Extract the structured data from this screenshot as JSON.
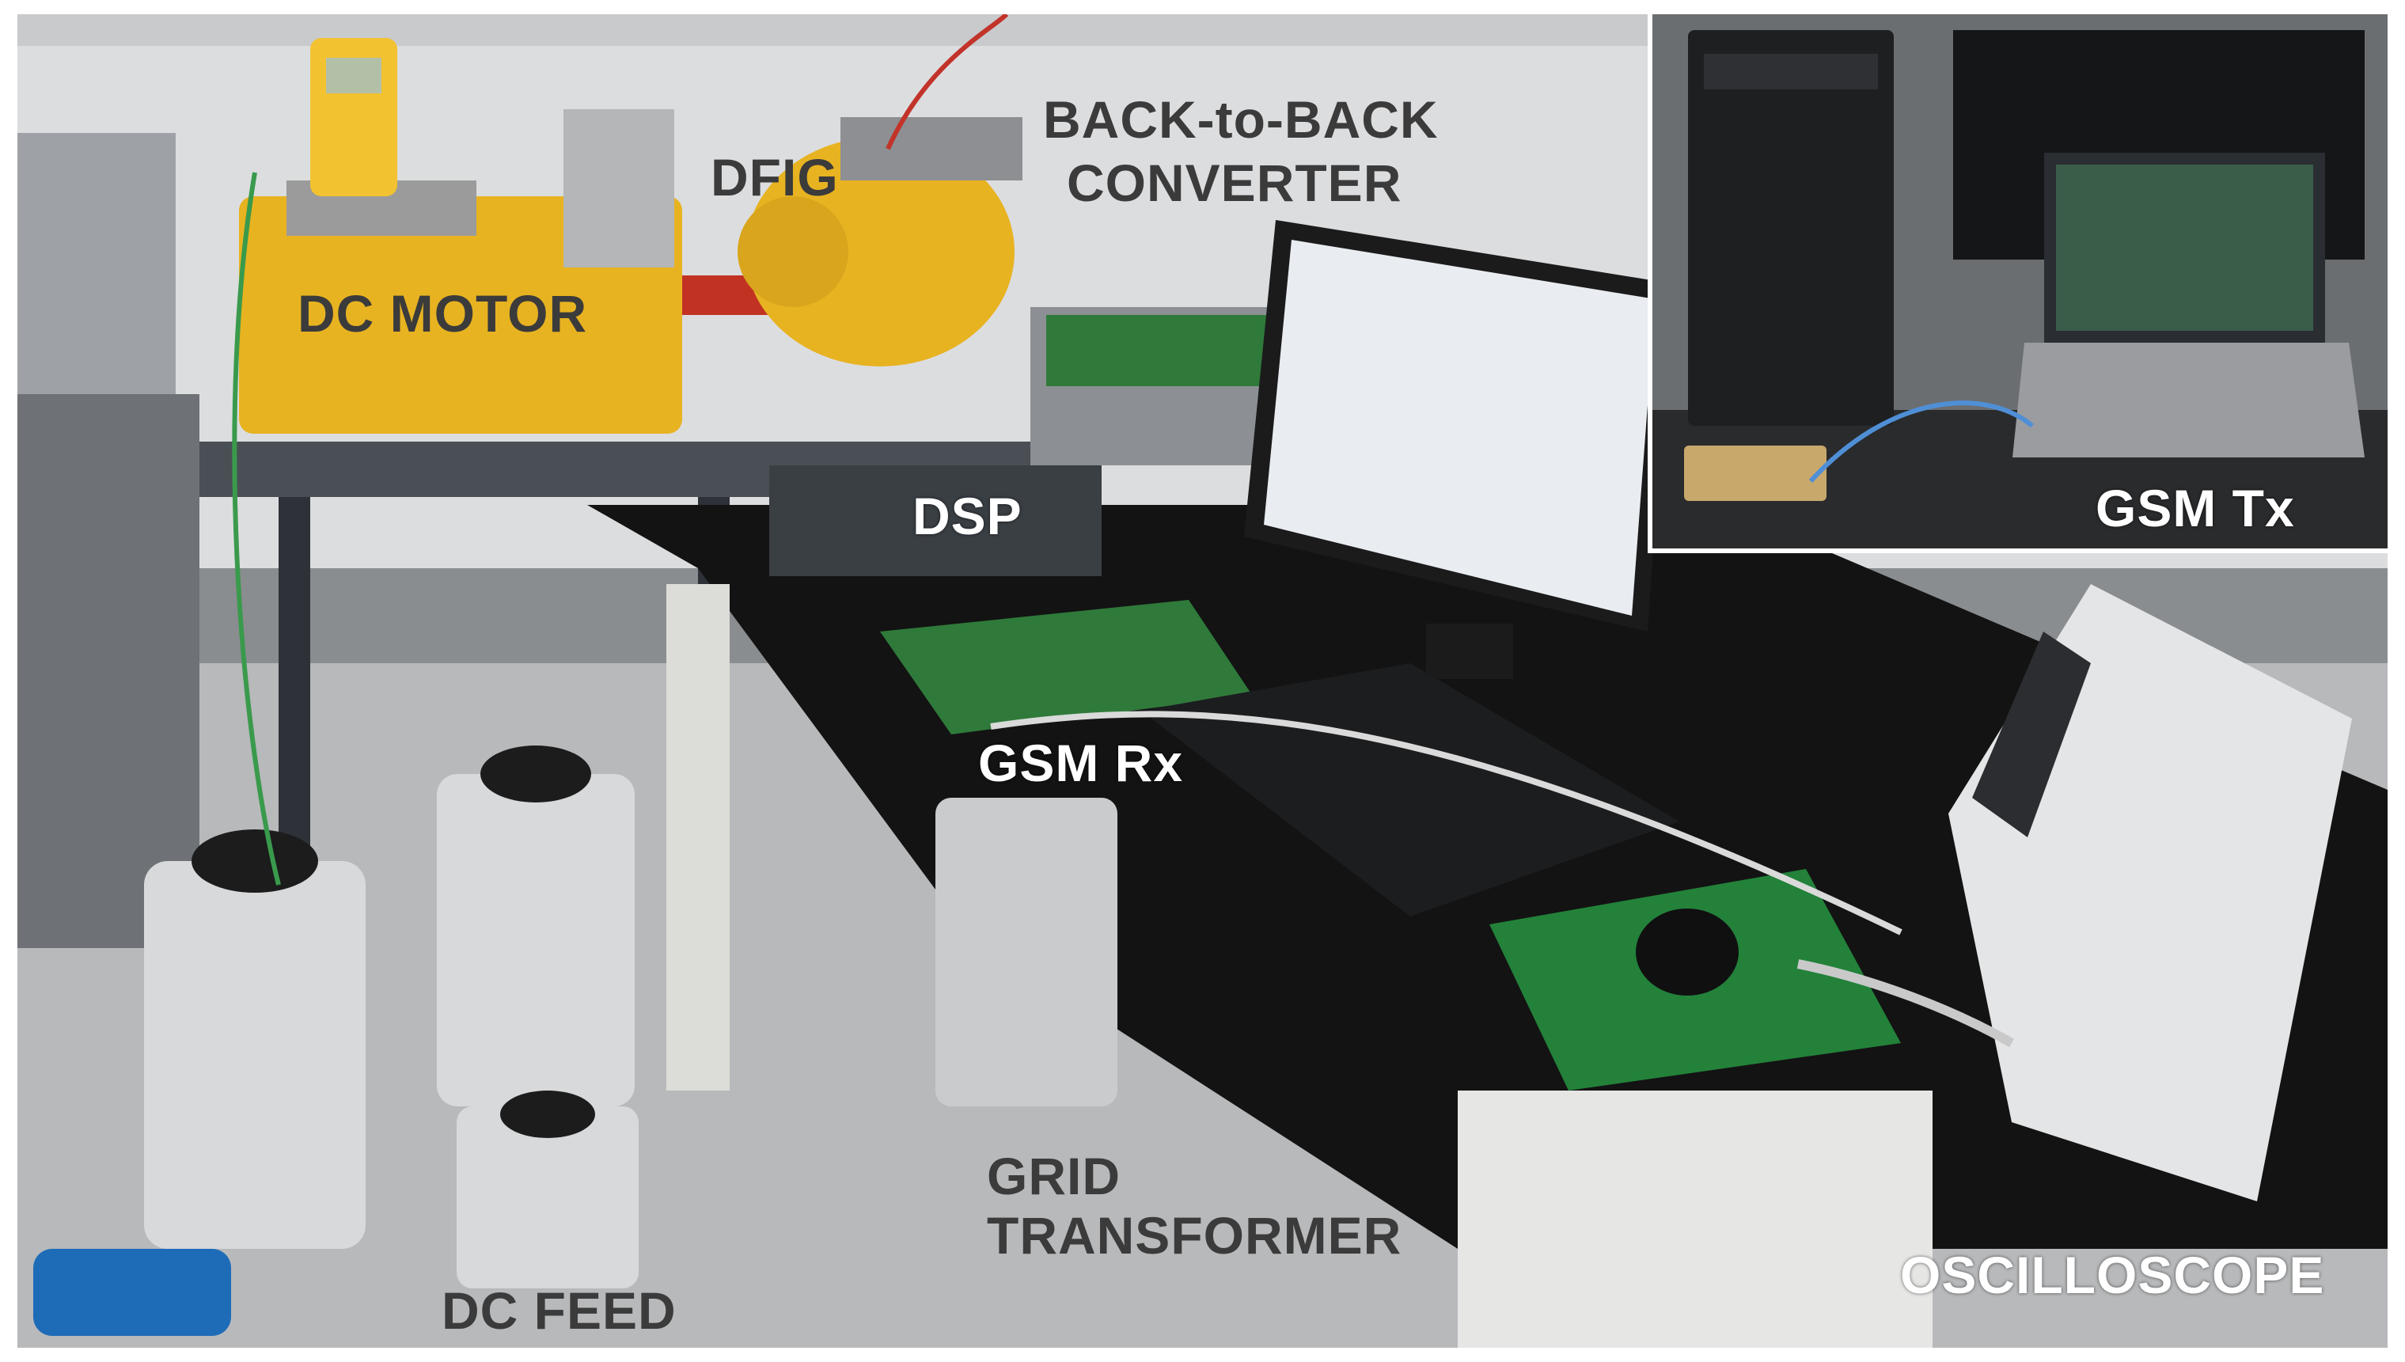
{
  "labels": {
    "dc_motor": "DC MOTOR",
    "dfig": "DFIG",
    "converter_line1": "BACK-to-BACK",
    "converter_line2": "CONVERTER",
    "dsp": "DSP",
    "gsm_tx": "GSM Tx",
    "gsm_rx": "GSM Rx",
    "grid_line1": "GRID",
    "grid_line2": "TRANSFORMER",
    "dc_feed": "DC FEED",
    "oscilloscope": "OSCILLOSCOPE"
  },
  "colors": {
    "motor_yellow": "#e8b321",
    "bench_black": "#141414",
    "floor_grey": "#b9bbbd",
    "wall_white": "#dedfe0",
    "pcb_green": "#2f7a3a",
    "label_dark": "#3b3b3b",
    "label_light": "#ffffff"
  }
}
